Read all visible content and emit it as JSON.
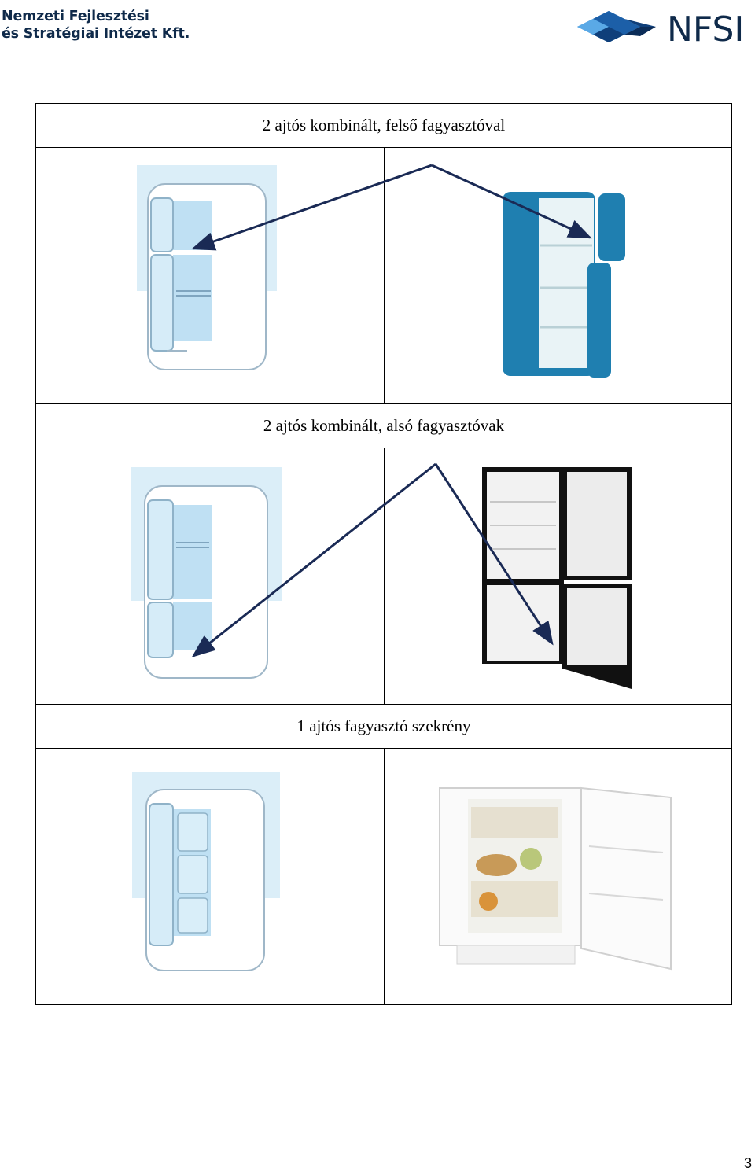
{
  "header": {
    "org_line1": "Nemzeti Fejlesztési",
    "org_line2": "és Stratégiai Intézet Kft.",
    "logo_text": "NFSI"
  },
  "sections": [
    {
      "title": "2 ajtós kombinált, felső fagyasztóval"
    },
    {
      "title": "2 ajtós kombinált, alsó fagyasztóvak"
    },
    {
      "title": "1 ajtós fagyasztó szekrény"
    }
  ],
  "page_number": "3",
  "colors": {
    "brand_dark": "#0f2a4a",
    "brand_blue": "#1c5fa8",
    "arrow": "#1a2a55",
    "fridge_blue": "#1f7fb0"
  }
}
